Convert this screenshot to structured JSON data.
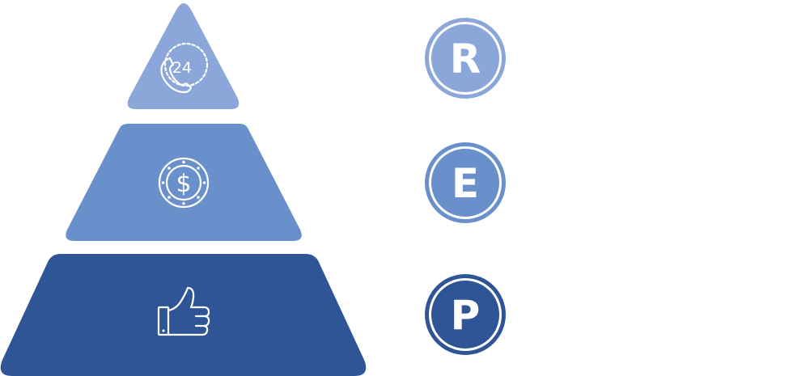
{
  "colors": {
    "top_tier": "#8BA6D8",
    "middle_tier": "#6A90CC",
    "bottom_tier": "#2F5597",
    "badge_stroke_inner": "#ffffff"
  },
  "tiers": [
    {
      "icon": "phone-24-icon",
      "icon_text": "24"
    },
    {
      "icon": "dollar-coin-icon",
      "icon_text": "$"
    },
    {
      "icon": "thumbs-up-icon"
    }
  ],
  "badges": [
    {
      "letter": "R",
      "color": "#8BA6D8"
    },
    {
      "letter": "E",
      "color": "#6A90CC"
    },
    {
      "letter": "P",
      "color": "#2F5597"
    }
  ]
}
